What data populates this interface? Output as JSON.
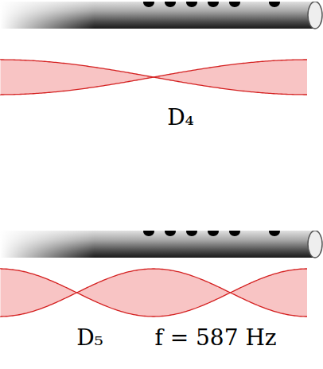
{
  "diagram": {
    "labels": [
      "D₄",
      "D₅",
      "f = 587 Hz"
    ]
  }
}
